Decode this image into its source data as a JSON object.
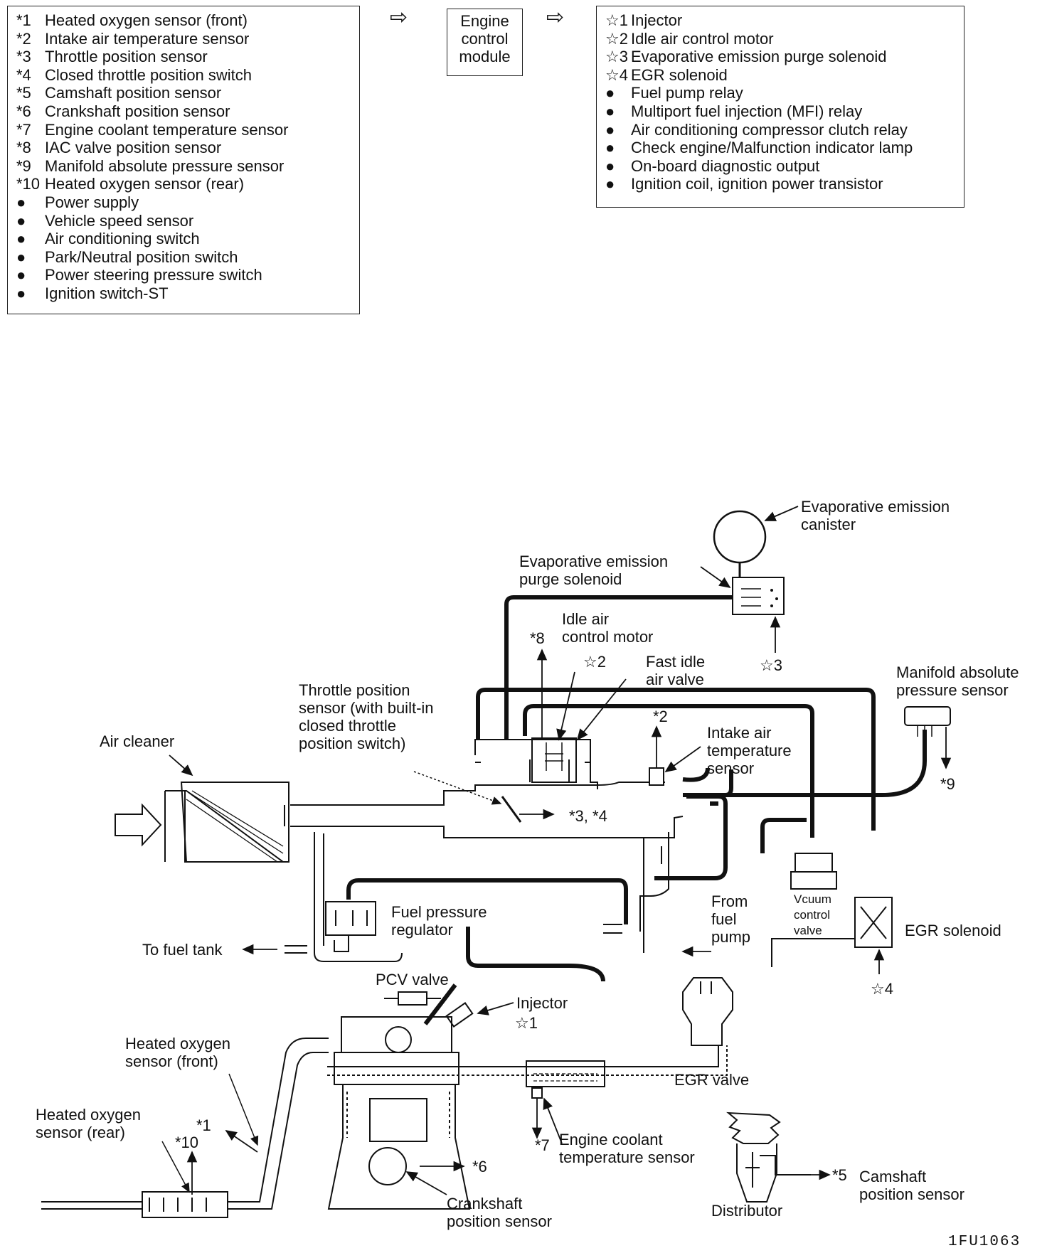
{
  "inputs": {
    "items": [
      {
        "marker": "*1",
        "label": "Heated oxygen sensor (front)"
      },
      {
        "marker": "*2",
        "label": "Intake air temperature sensor"
      },
      {
        "marker": "*3",
        "label": "Throttle position sensor"
      },
      {
        "marker": "*4",
        "label": "Closed throttle position switch"
      },
      {
        "marker": "*5",
        "label": "Camshaft position sensor"
      },
      {
        "marker": "*6",
        "label": "Crankshaft position sensor"
      },
      {
        "marker": "*7",
        "label": "Engine coolant temperature sensor"
      },
      {
        "marker": "*8",
        "label": "IAC valve position sensor"
      },
      {
        "marker": "*9",
        "label": "Manifold absolute pressure sensor"
      },
      {
        "marker": "*10",
        "label": "Heated oxygen sensor (rear)"
      },
      {
        "marker": "●",
        "label": "Power supply"
      },
      {
        "marker": "●",
        "label": "Vehicle speed sensor"
      },
      {
        "marker": "●",
        "label": "Air conditioning switch"
      },
      {
        "marker": "●",
        "label": "Park/Neutral position switch"
      },
      {
        "marker": "●",
        "label": "Power steering pressure switch"
      },
      {
        "marker": "●",
        "label": "Ignition switch-ST"
      }
    ]
  },
  "ecm": {
    "line1": "Engine",
    "line2": "control",
    "line3": "module"
  },
  "arrow_glyph": "⇨",
  "outputs": {
    "items": [
      {
        "marker": "☆1",
        "label": "Injector"
      },
      {
        "marker": "☆2",
        "label": "Idle air control motor"
      },
      {
        "marker": "☆3",
        "label": "Evaporative emission purge solenoid"
      },
      {
        "marker": "☆4",
        "label": "EGR solenoid"
      },
      {
        "marker": "●",
        "label": "Fuel pump relay"
      },
      {
        "marker": "●",
        "label": "Multiport fuel injection (MFI) relay"
      },
      {
        "marker": "●",
        "label": "Air conditioning compressor clutch relay"
      },
      {
        "marker": "●",
        "label": "Check engine/Malfunction indicator lamp"
      },
      {
        "marker": "●",
        "label": "On-board diagnostic output"
      },
      {
        "marker": "●",
        "label": "Ignition coil, ignition power transistor"
      }
    ]
  },
  "diagram": {
    "evap_canister": [
      "Evaporative emission",
      "canister"
    ],
    "evap_purge": [
      "Evaporative emission",
      "purge solenoid"
    ],
    "idle_air": [
      "Idle air",
      "control motor"
    ],
    "fast_idle": [
      "Fast idle",
      "air valve"
    ],
    "map_sensor": [
      "Manifold absolute",
      "pressure sensor"
    ],
    "throttle_pos": [
      "Throttle position",
      "sensor (with built-in",
      "closed throttle",
      "position switch)"
    ],
    "intake_air": [
      "Intake air",
      "temperature",
      "sensor"
    ],
    "air_cleaner": "Air cleaner",
    "fuel_pressure": [
      "Fuel pressure",
      "regulator"
    ],
    "from_fuel_pump": [
      "From",
      "fuel",
      "pump"
    ],
    "vacuum_valve": [
      "Vcuum",
      "control",
      "valve"
    ],
    "egr_solenoid": "EGR solenoid",
    "to_fuel_tank": "To fuel tank",
    "pcv_valve": "PCV valve",
    "injector": "Injector",
    "ho2_front": [
      "Heated oxygen",
      "sensor (front)"
    ],
    "ho2_rear": [
      "Heated oxygen",
      "sensor (rear)"
    ],
    "egr_valve": "EGR valve",
    "coolant": [
      "Engine coolant",
      "temperature sensor"
    ],
    "crankshaft": [
      "Crankshaft",
      "position sensor"
    ],
    "distributor": "Distributor",
    "camshaft": [
      "Camshaft",
      "position sensor"
    ],
    "markers": {
      "s1": "☆1",
      "s2": "☆2",
      "s3": "☆3",
      "s4": "☆4",
      "a8": "*8",
      "a2": "*2",
      "a9": "*9",
      "a34": "*3, *4",
      "a1": "*1",
      "a10": "*10",
      "a6": "*6",
      "a7": "*7",
      "a5": "*5"
    }
  },
  "figure_code": "1FU1063"
}
